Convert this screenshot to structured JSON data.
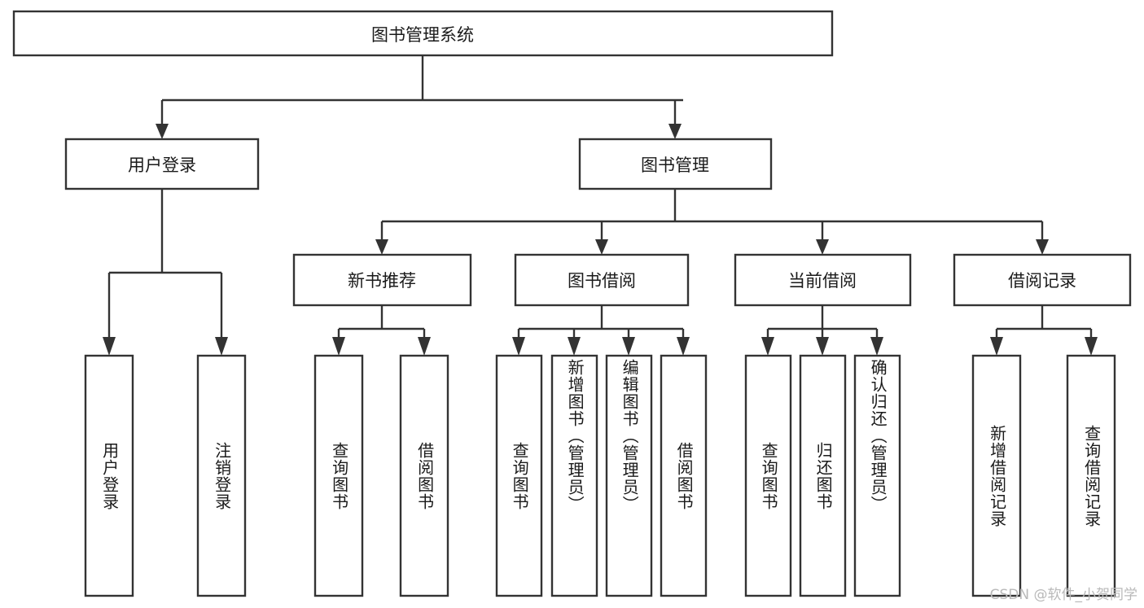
{
  "title": "图书管理系统",
  "watermark": "CSDN @软件_小贺同学",
  "colors": {
    "background": "#ffffff",
    "stroke": "#333333",
    "text": "#1a1a1a",
    "watermark": "#b9b9b9"
  },
  "chart_data": {
    "type": "diagram",
    "diagram_kind": "tree / hierarchy chart (功能结构图)",
    "title": "图书管理系统",
    "root": "图书管理系统",
    "orientation": "top-down",
    "levels": 4,
    "edges": [
      {
        "from": "图书管理系统",
        "to": "用户登录"
      },
      {
        "from": "图书管理系统",
        "to": "图书管理"
      },
      {
        "from": "用户登录",
        "to": "用户登录(叶)"
      },
      {
        "from": "用户登录",
        "to": "注销登录"
      },
      {
        "from": "图书管理",
        "to": "新书推荐"
      },
      {
        "from": "图书管理",
        "to": "图书借阅"
      },
      {
        "from": "图书管理",
        "to": "当前借阅"
      },
      {
        "from": "图书管理",
        "to": "借阅记录"
      },
      {
        "from": "新书推荐",
        "to": "查询图书"
      },
      {
        "from": "新书推荐",
        "to": "借阅图书"
      },
      {
        "from": "图书借阅",
        "to": "查询图书"
      },
      {
        "from": "图书借阅",
        "to": "新增图书（管理员）"
      },
      {
        "from": "图书借阅",
        "to": "编辑图书（管理员）"
      },
      {
        "from": "图书借阅",
        "to": "借阅图书"
      },
      {
        "from": "当前借阅",
        "to": "查询图书"
      },
      {
        "from": "当前借阅",
        "to": "归还图书"
      },
      {
        "from": "当前借阅",
        "to": "确认归还（管理员）"
      },
      {
        "from": "借阅记录",
        "to": "新增借阅记录"
      },
      {
        "from": "借阅记录",
        "to": "查询借阅记录"
      }
    ]
  },
  "nodes": {
    "root": {
      "label": "图书管理系统"
    },
    "level2": [
      {
        "id": "user-login",
        "label": "用户登录"
      },
      {
        "id": "book-manage",
        "label": "图书管理"
      }
    ],
    "level3": [
      {
        "id": "new-book-recommend",
        "label": "新书推荐"
      },
      {
        "id": "book-borrow",
        "label": "图书借阅"
      },
      {
        "id": "current-borrow",
        "label": "当前借阅"
      },
      {
        "id": "borrow-record",
        "label": "借阅记录"
      }
    ],
    "leaves": [
      {
        "id": "leaf-user-login",
        "label": "用户登录",
        "parent": "用户登录"
      },
      {
        "id": "leaf-logout",
        "label": "注销登录",
        "parent": "用户登录"
      },
      {
        "id": "leaf-query-book-1",
        "label": "查询图书",
        "parent": "新书推荐"
      },
      {
        "id": "leaf-borrow-book-1",
        "label": "借阅图书",
        "parent": "新书推荐"
      },
      {
        "id": "leaf-query-book-2",
        "label": "查询图书",
        "parent": "图书借阅"
      },
      {
        "id": "leaf-add-book",
        "label": "新增图书（管理员）",
        "parent": "图书借阅"
      },
      {
        "id": "leaf-edit-book",
        "label": "编辑图书（管理员）",
        "parent": "图书借阅"
      },
      {
        "id": "leaf-borrow-book-2",
        "label": "借阅图书",
        "parent": "图书借阅"
      },
      {
        "id": "leaf-query-book-3",
        "label": "查询图书",
        "parent": "当前借阅"
      },
      {
        "id": "leaf-return-book",
        "label": "归还图书",
        "parent": "当前借阅"
      },
      {
        "id": "leaf-confirm-return",
        "label": "确认归还（管理员）",
        "parent": "当前借阅"
      },
      {
        "id": "leaf-add-record",
        "label": "新增借阅记录",
        "parent": "借阅记录"
      },
      {
        "id": "leaf-query-record",
        "label": "查询借阅记录",
        "parent": "借阅记录"
      }
    ]
  }
}
